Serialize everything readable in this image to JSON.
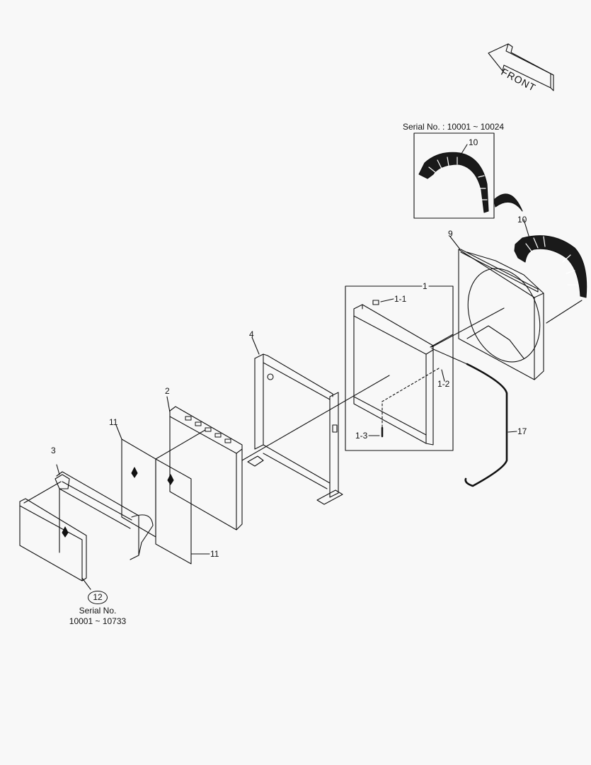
{
  "diagram": {
    "type": "exploded parts diagram",
    "subject": "Radiator / cooler assembly",
    "colors": {
      "background": "#f8f8f8",
      "line": "#111111",
      "fill_dark": "#1a1a1a"
    },
    "orientation_arrow": {
      "label": "FRONT"
    },
    "inset": {
      "serial_label": "Serial No. : 10001 ~ 10024",
      "part_label": "10"
    },
    "callouts": [
      {
        "id": "1",
        "label": "1"
      },
      {
        "id": "1-1",
        "label": "1-1"
      },
      {
        "id": "1-2",
        "label": "1-2"
      },
      {
        "id": "1-3",
        "label": "1-3"
      },
      {
        "id": "2",
        "label": "2"
      },
      {
        "id": "3",
        "label": "3"
      },
      {
        "id": "4",
        "label": "4"
      },
      {
        "id": "9",
        "label": "9"
      },
      {
        "id": "10",
        "label": "10"
      },
      {
        "id": "11a",
        "label": "11"
      },
      {
        "id": "11b",
        "label": "11"
      },
      {
        "id": "17",
        "label": "17"
      }
    ],
    "part12": {
      "label": "12",
      "serial_line1": "Serial No.",
      "serial_line2": "10001 ~ 10733"
    }
  }
}
